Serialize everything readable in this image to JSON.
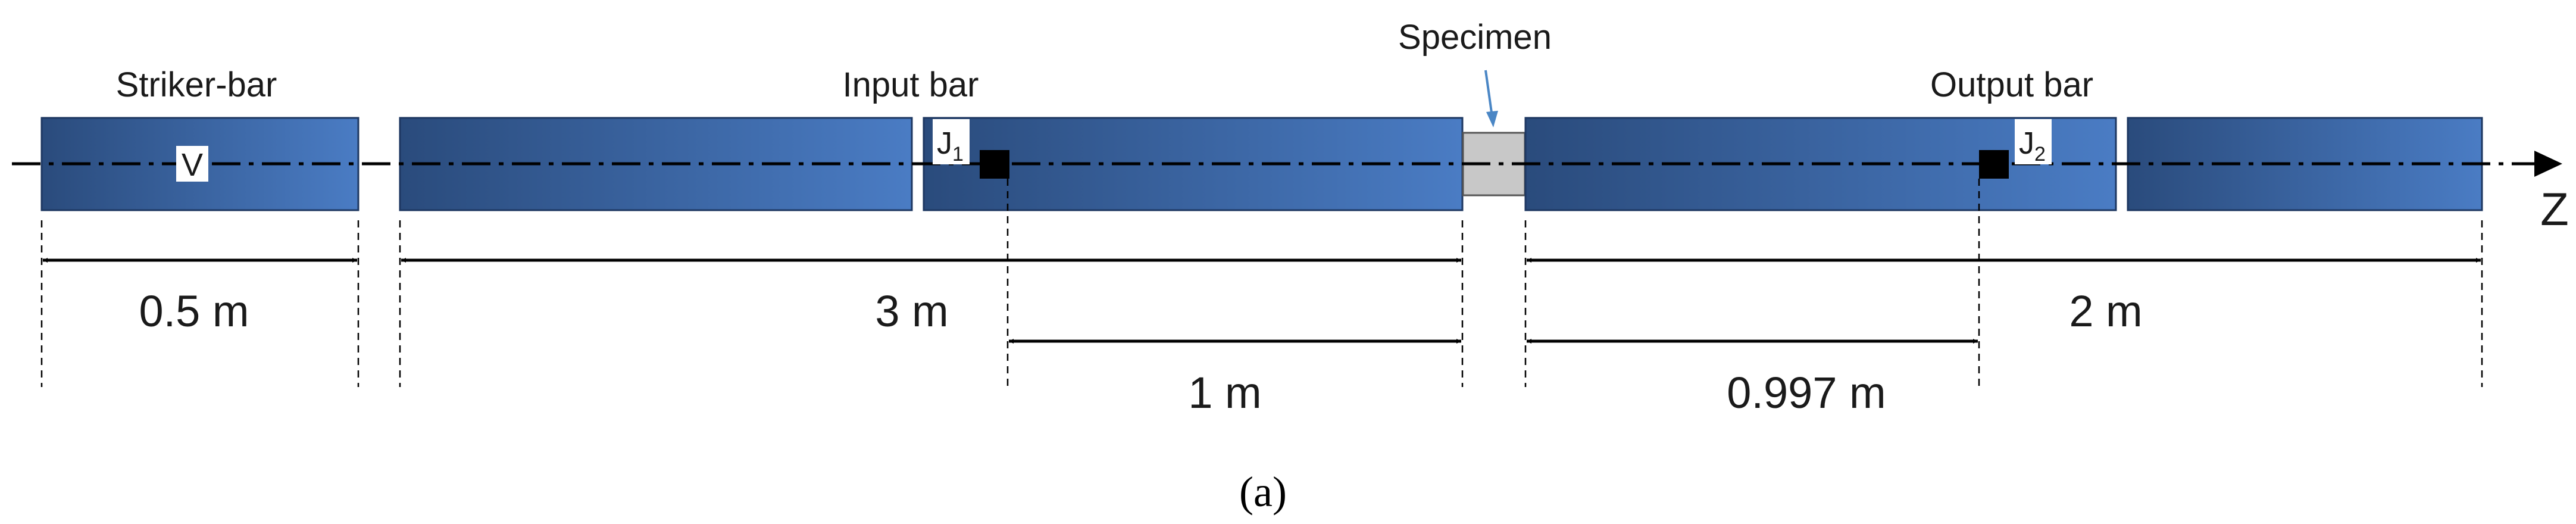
{
  "labels": {
    "striker_bar": "Striker-bar",
    "input_bar": "Input bar",
    "specimen": "Specimen",
    "output_bar": "Output bar",
    "velocity": "V",
    "gauge_1": "J",
    "gauge_1_sub": "1",
    "gauge_2": "J",
    "gauge_2_sub": "2",
    "axis": "Z"
  },
  "dimensions": {
    "striker_length": "0.5 m",
    "input_length": "3 m",
    "gauge1_to_specimen": "1 m",
    "specimen_to_gauge2": "0.997 m",
    "output_length": "2 m"
  },
  "caption": "(a)",
  "colors": {
    "bar_dark": "#2a4b7c",
    "bar_light": "#4a7cc4",
    "specimen": "#c8c8c8",
    "arrow": "#4a86c5",
    "line": "#000000"
  }
}
